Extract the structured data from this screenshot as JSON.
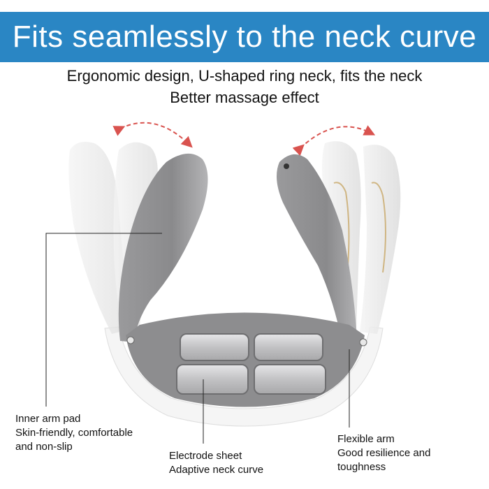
{
  "banner": {
    "title": "Fits seamlessly to the neck curve",
    "background": "#2a86c4"
  },
  "subtitle": {
    "line1": "Ergonomic design, U-shaped ring neck, fits the neck",
    "line2": "Better massage effect"
  },
  "callouts": {
    "inner_arm_pad": {
      "line1": "Inner arm pad",
      "line2": "Skin-friendly, comfortable",
      "line3": "and non-slip"
    },
    "electrode_sheet": {
      "line1": "Electrode sheet",
      "line2": "Adaptive neck curve"
    },
    "flexible_arm": {
      "line1": "Flexible arm",
      "line2": "Good resilience and",
      "line3": "toughness"
    }
  },
  "colors": {
    "device_gray": "#8d8d8f",
    "pad_silver": "#c9c9cb",
    "arrow_red": "#d9534f",
    "gold_accent": "#c8a868"
  }
}
